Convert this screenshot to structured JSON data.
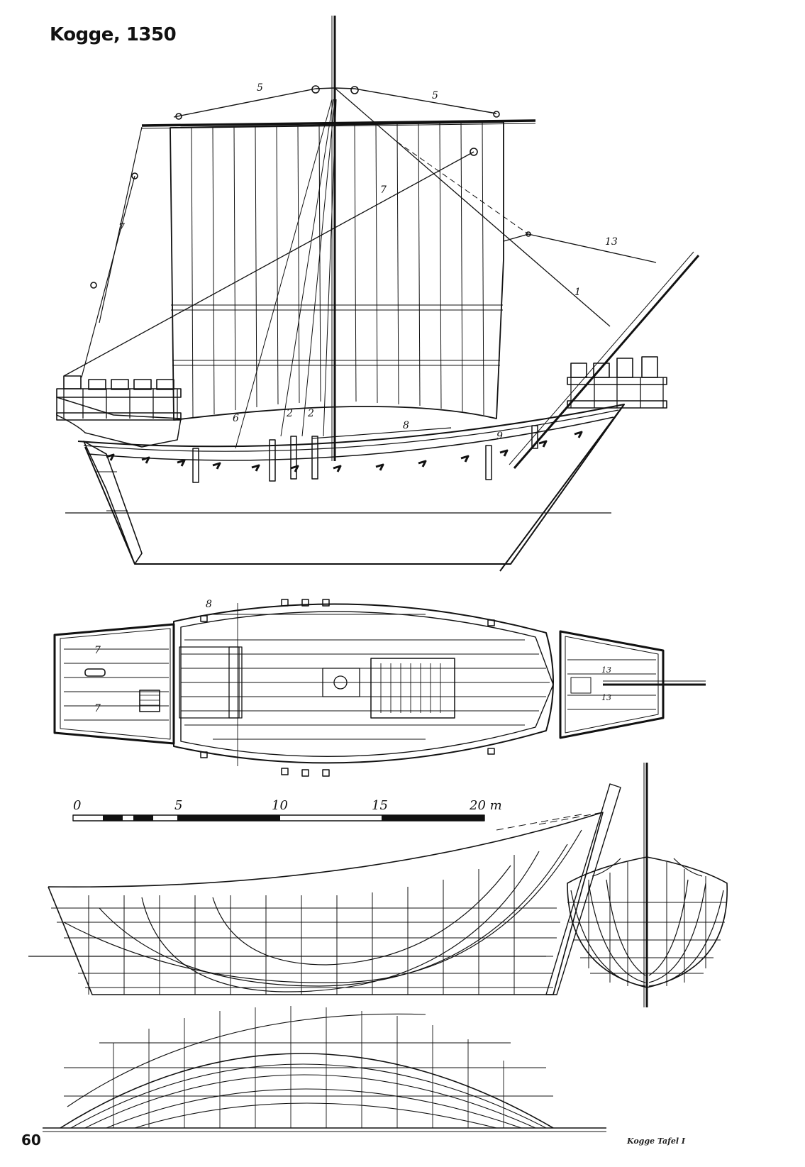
{
  "title": "Kogge, 1350",
  "page_number": "60",
  "caption": "Kogge Tafel I",
  "rigging_labels": {
    "l5a": "5",
    "l5b": "5",
    "l7a": "7",
    "l7b": "7",
    "l13": "13",
    "l1": "1",
    "l6": "6",
    "l2a": "2",
    "l2b": "2",
    "l8": "8",
    "l9": "9"
  },
  "plan_labels": {
    "p8": "8",
    "p7a": "7",
    "p7b": "7",
    "p13a": "13",
    "p13b": "13"
  },
  "scale": {
    "ticks": [
      "0",
      "5",
      "10",
      "15"
    ],
    "end_label": "20 m"
  },
  "colors": {
    "ink": "#111111",
    "paper": "#ffffff"
  }
}
